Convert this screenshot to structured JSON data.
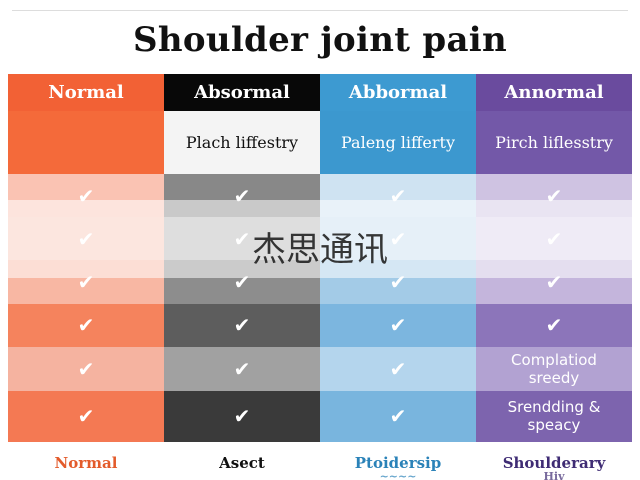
{
  "title": "Shoulder joint pain",
  "columns": [
    {
      "header": "Normal",
      "subheader": "",
      "rows": [
        "✔",
        "✔",
        "✔",
        "✔",
        "✔",
        "✔"
      ],
      "footer": "Normal",
      "colors": {
        "header": "#f26135",
        "sub": "#f46a3a",
        "rows": [
          "#fac3b3",
          "#f9c7b8",
          "#f8b7a3",
          "#f5835d",
          "#f5b3a0",
          "#f47953"
        ],
        "footer_text": "#e35b2b",
        "sub_text": "#111111"
      }
    },
    {
      "header": "Absormal",
      "subheader": "Plach liffestry",
      "rows": [
        "✔",
        "✔",
        "✔",
        "✔",
        "✔",
        "✔"
      ],
      "footer": "Asect",
      "colors": {
        "header": "#080808",
        "sub": "#f4f4f4",
        "rows": [
          "#888888",
          "#b7b7b7",
          "#8d8d8d",
          "#5d5d5d",
          "#a1a1a1",
          "#3a3a3a"
        ],
        "footer_text": "#111111",
        "sub_text": "#111111"
      }
    },
    {
      "header": "Abbormal",
      "subheader": "Paleng lifferty",
      "rows": [
        "✔",
        "✔",
        "✔",
        "✔",
        "✔",
        "✔"
      ],
      "footer": "Ptoidersip",
      "footer_sub": "~~~~",
      "colors": {
        "header": "#3d9ad1",
        "sub": "#3c98cf",
        "rows": [
          "#cfe3f2",
          "#c8def0",
          "#a3cbe7",
          "#7cb6df",
          "#b4d5ed",
          "#79b5de"
        ],
        "footer_text": "#2a82b8",
        "sub_text": "#ffffff"
      }
    },
    {
      "header": "Annormal",
      "subheader": "Pirch liflesstry",
      "rows": [
        "✔",
        "✔",
        "✔",
        "✔",
        "Complatiod\nsreedy",
        "Srendding &\nspeacy"
      ],
      "footer": "Shoulderary",
      "footer_sub": "Hiv",
      "colors": {
        "header": "#6a4b9e",
        "sub": "#7358a8",
        "rows": [
          "#cfc3e2",
          "#dcd2ea",
          "#c4b5dc",
          "#8c75ba",
          "#b2a2d2",
          "#7d64ae"
        ],
        "footer_text": "#3f2c74",
        "sub_text": "#ffffff"
      }
    }
  ],
  "watermark": "杰思通讯"
}
